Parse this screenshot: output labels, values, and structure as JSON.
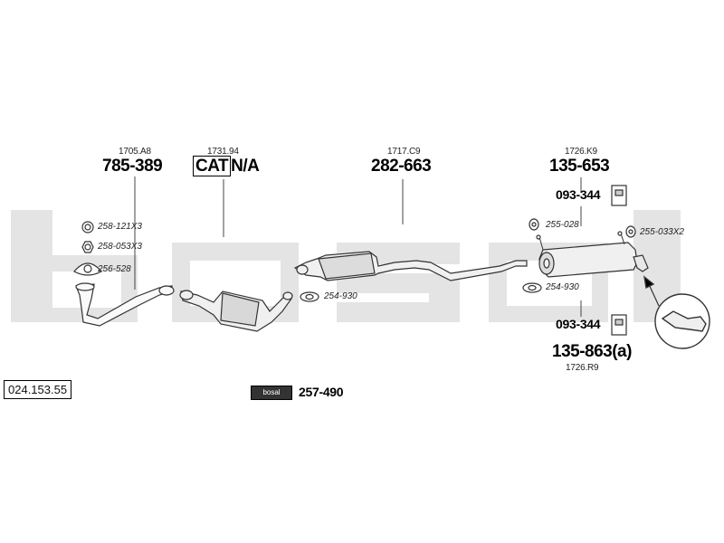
{
  "catalog_code": "024.153.55",
  "watermark": "bosal",
  "badge": {
    "text": "bosal",
    "number": "257-490"
  },
  "groups": {
    "front_pipe": {
      "ref": "1705.A8",
      "number": "785-389"
    },
    "catalyst": {
      "ref": "1731.94",
      "boxed": "CAT",
      "suffix": "N/A"
    },
    "centre": {
      "ref": "1717.C9",
      "number": "282-663"
    },
    "rear_top": {
      "ref": "1726.K9",
      "number": "135-653",
      "mount": "093-344"
    },
    "rear_bottom": {
      "ref": "1726.R9",
      "number": "135-863(a)",
      "mount": "093-344"
    }
  },
  "parts": {
    "p1": "258-121X3",
    "p2": "258-053X3",
    "p3": "256-528",
    "p4": "254-930",
    "p5": "255-028",
    "p6": "255-033X2",
    "p7": "254-930"
  }
}
